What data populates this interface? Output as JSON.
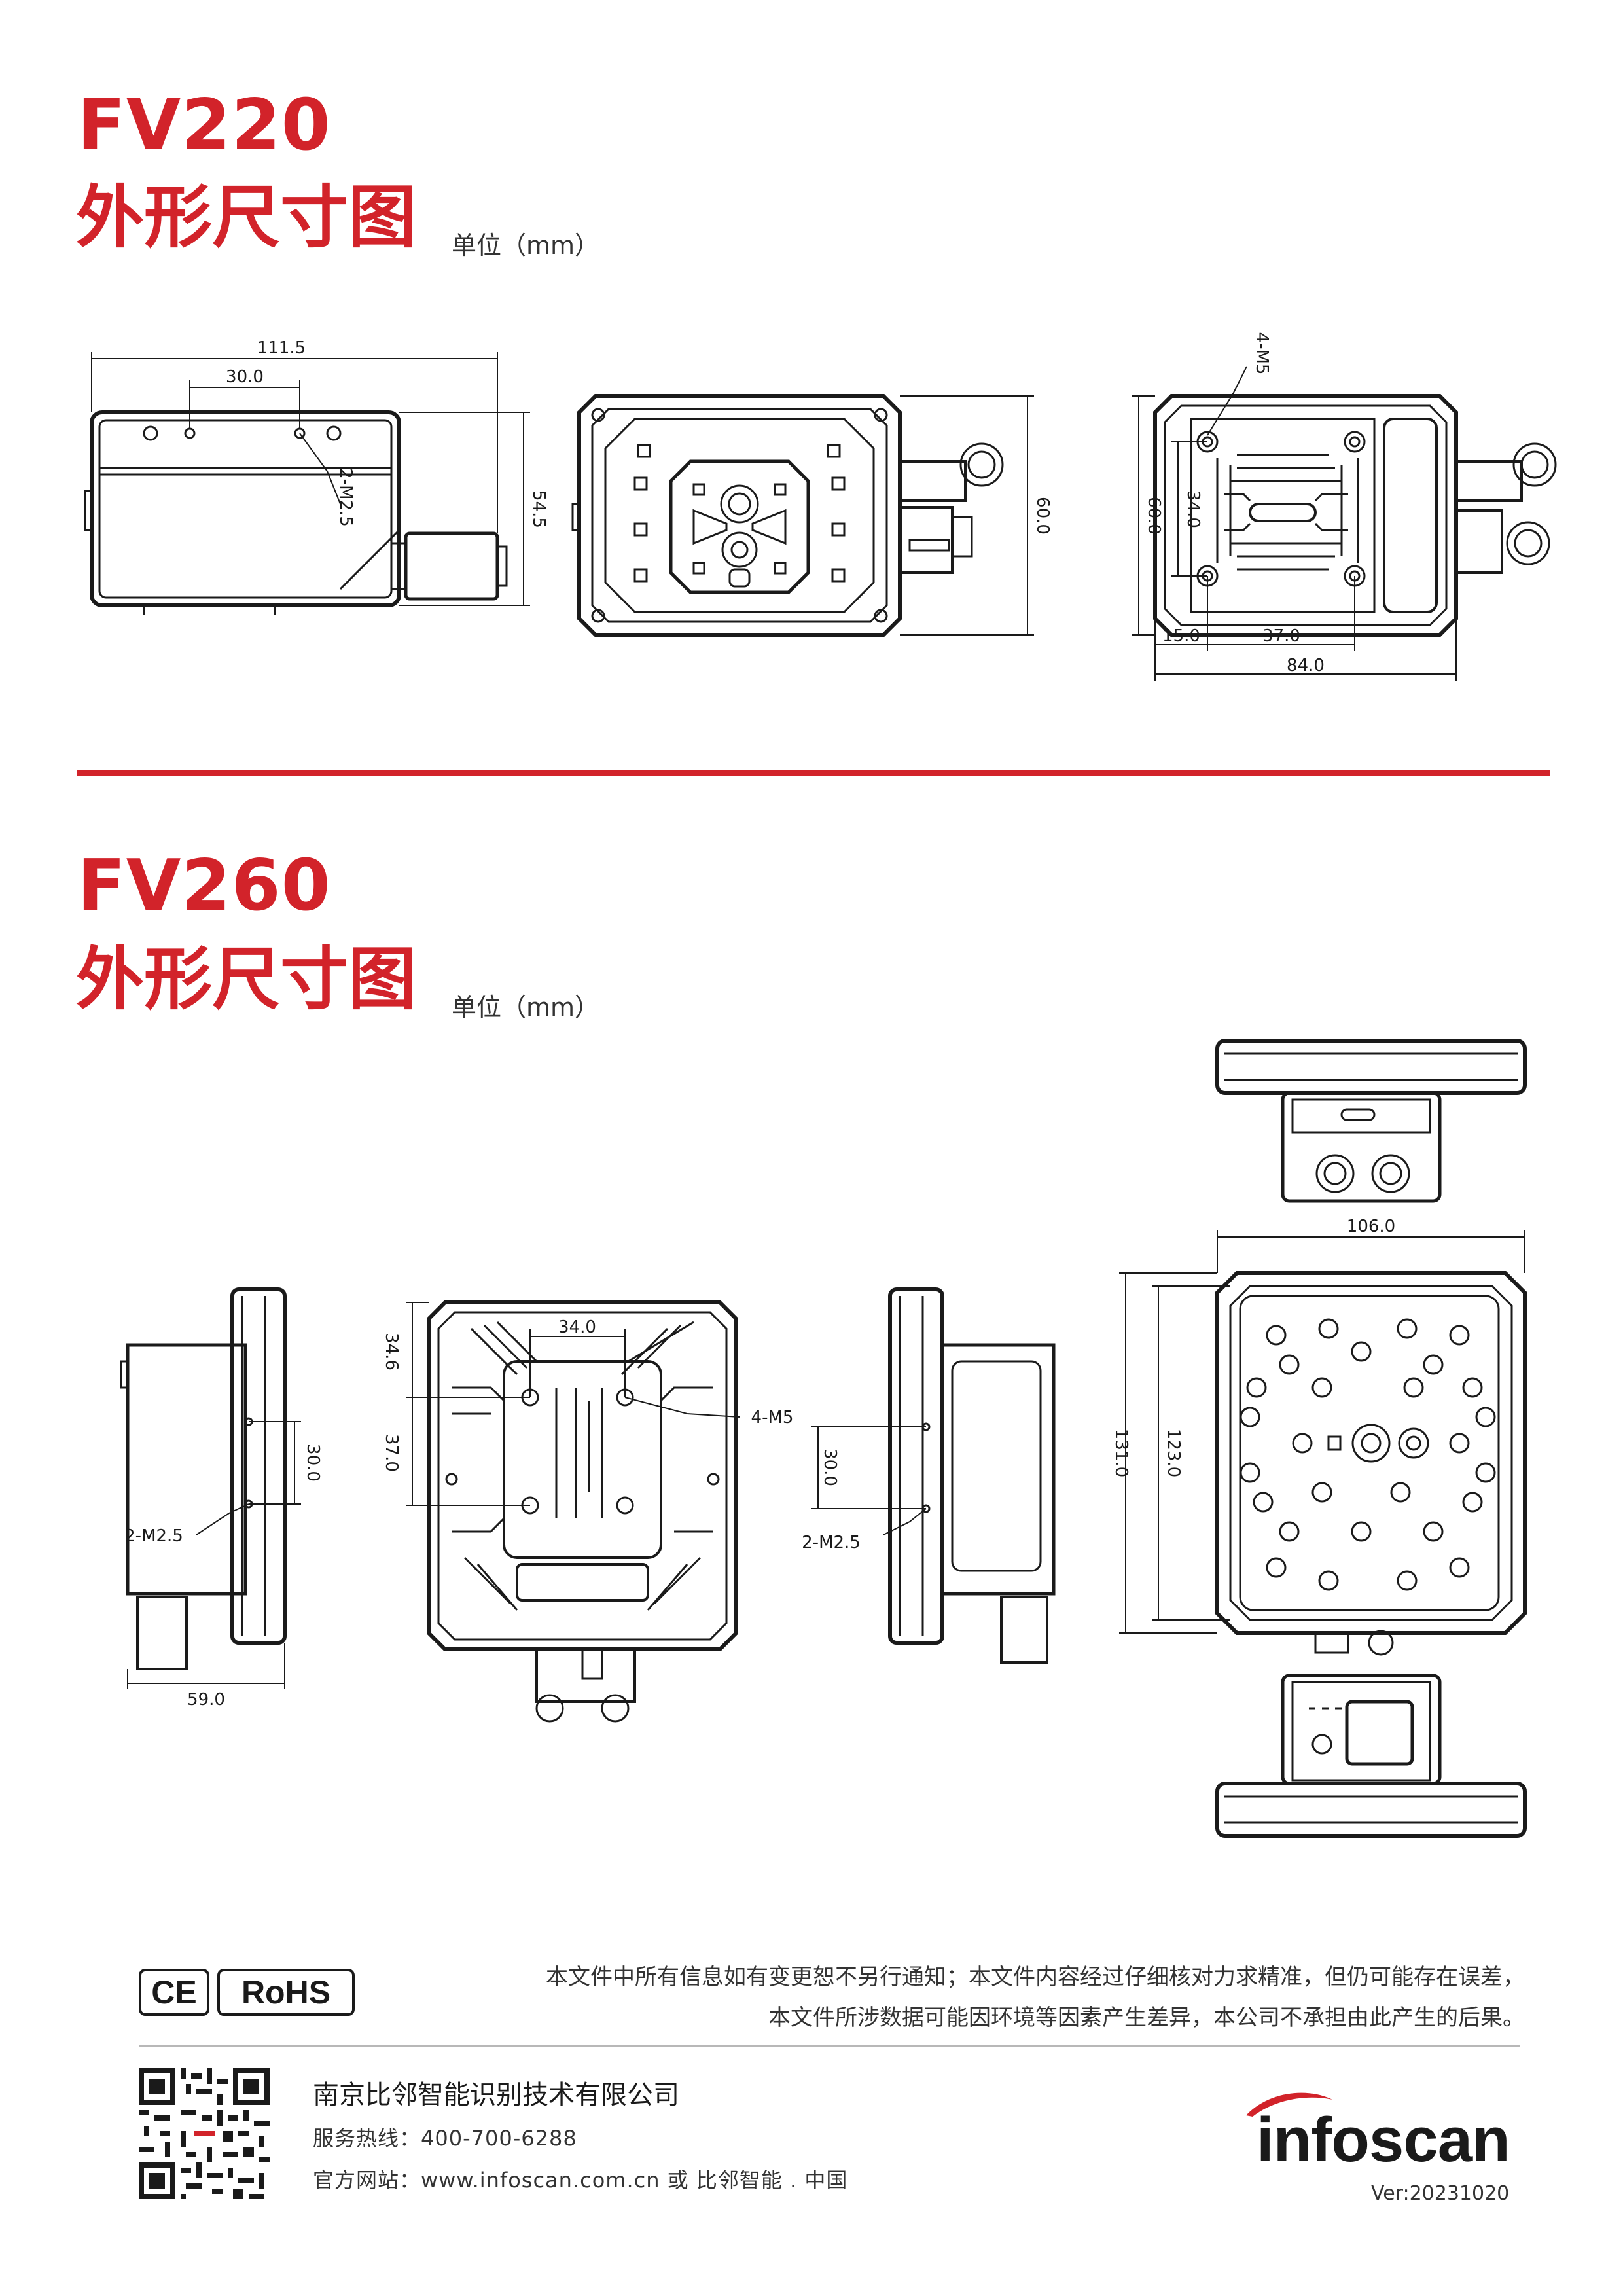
{
  "section1": {
    "model": "FV220",
    "title": "外形尺寸图",
    "unit": "单位（mm）"
  },
  "section2": {
    "model": "FV260",
    "title": "外形尺寸图",
    "unit": "单位（mm）"
  },
  "fv220_dims": {
    "overall_width": "111.5",
    "hole_spacing": "30.0",
    "holes_side": "2-M2.5",
    "height": "54.5",
    "front_height": "60.0",
    "back_height": "60.0",
    "back_hole_v": "34.0",
    "back_holes": "4-M5",
    "back_offset": "15.0",
    "back_hole_h": "37.0",
    "back_width": "84.0"
  },
  "fv260_dims": {
    "side_depth": "59.0",
    "side_hole_v": "30.0",
    "side_holes": "2-M2.5",
    "back_hole_h": "34.0",
    "back_offset_v": "34.6",
    "back_hole_v": "37.0",
    "back_holes": "4-M5",
    "side2_hole_v": "30.0",
    "side2_holes": "2-M2.5",
    "front_width": "106.0",
    "front_inner_h": "123.0",
    "front_h": "131.0"
  },
  "footer": {
    "cert_ce": "CE",
    "cert_rohs": "RoHS",
    "disclaimer_line1": "本文件中所有信息如有变更恕不另行通知；本文件内容经过仔细核对力求精准，但仍可能存在误差，",
    "disclaimer_line2": "本文件所涉数据可能因环境等因素产生差异，本公司不承担由此产生的后果。",
    "company": "南京比邻智能识别技术有限公司",
    "hotline": "服务热线：400-700-6288",
    "website": "官方网站：www.infoscan.com.cn 或 比邻智能 . 中国",
    "brand": "infoscan",
    "version": "Ver:20231020"
  },
  "colors": {
    "accent": "#d2232a",
    "ink": "#1a1a1a"
  }
}
